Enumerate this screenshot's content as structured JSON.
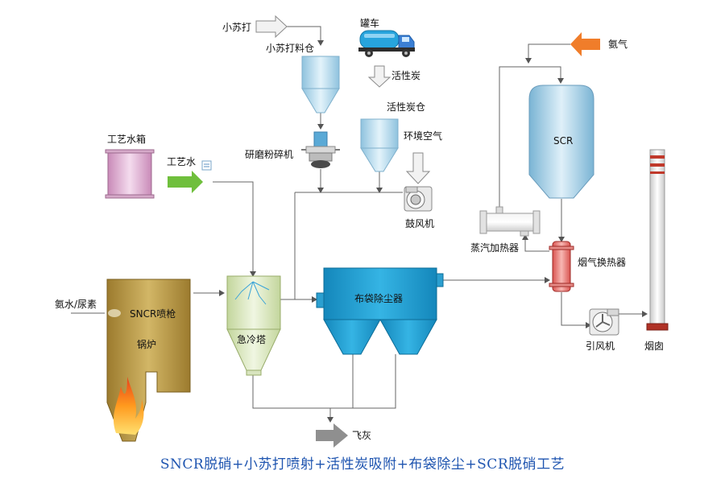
{
  "labels": {
    "sodium_bicarb": "小苏打",
    "bicarb_silo": "小苏打料仓",
    "tanker": "罐车",
    "activated_carbon": "活性炭",
    "carbon_silo": "活性炭仓",
    "grinder": "研磨粉碎机",
    "ambient_air": "环境空气",
    "blower": "鼓风机",
    "process_water_tank": "工艺水箱",
    "process_water": "工艺水",
    "ammonia_urea": "氨水/尿素",
    "sncr_gun": "SNCR喷枪",
    "boiler": "锅炉",
    "quench_tower": "急冷塔",
    "bag_filter": "布袋除尘器",
    "fly_ash": "飞灰",
    "ammonia_gas": "氨气",
    "scr": "SCR",
    "steam_heater": "蒸汽加热器",
    "flue_gas_exchanger": "烟气换热器",
    "id_fan": "引风机",
    "chimney": "烟囱"
  },
  "title": "SNCR脱硝+小苏打喷射+活性炭吸附+布袋除尘+SCR脱硝工艺",
  "colors": {
    "line": "#555555",
    "arrow_gray": "#9a9a9a",
    "arrow_green": "#6fbf3c",
    "arrow_orange": "#f07d2a",
    "silo": "#b8dcee",
    "bag_filter": "#1e9fd2",
    "boiler": "#b59440",
    "chimney_red": "#c0392b",
    "title": "#1f55b0"
  }
}
